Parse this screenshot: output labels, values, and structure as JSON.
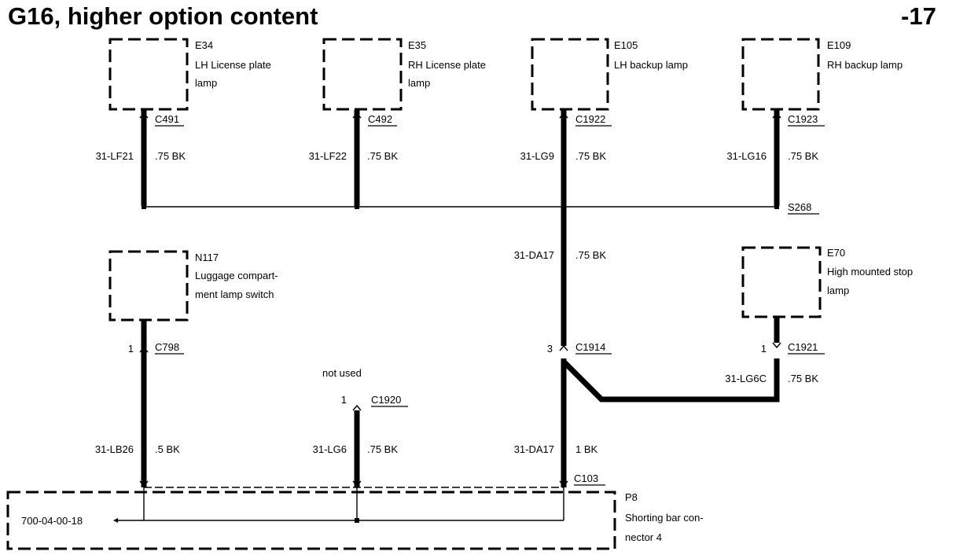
{
  "header": {
    "title": "G16, higher option content",
    "page_ref": "-17"
  },
  "components": {
    "e34": {
      "id": "E34",
      "line1": "LH License plate",
      "line2": "lamp",
      "connector": "C491",
      "wire": "31-LF21",
      "spec": ".75 BK"
    },
    "e35": {
      "id": "E35",
      "line1": "RH License plate",
      "line2": "lamp",
      "connector": "C492",
      "wire": "31-LF22",
      "spec": ".75 BK"
    },
    "e105": {
      "id": "E105",
      "line1": "LH backup lamp",
      "connector": "C1922",
      "wire": "31-LG9",
      "spec": ".75 BK"
    },
    "e109": {
      "id": "E109",
      "line1": "RH backup lamp",
      "connector": "C1923",
      "wire": "31-LG16",
      "spec": ".75 BK"
    },
    "n117": {
      "id": "N117",
      "line1": "Luggage compart-",
      "line2": "ment lamp switch",
      "connector": "C798",
      "pin": "1",
      "wire": "31-LB26",
      "spec": ".5 BK"
    },
    "e70": {
      "id": "E70",
      "line1": "High mounted stop",
      "line2": "lamp",
      "connector": "C1921",
      "pin": "1",
      "wire": "31-LG6C",
      "spec": ".75 BK"
    },
    "p8": {
      "id": "P8",
      "line1": "Shorting bar con-",
      "line2": "nector 4",
      "ground_ref": "700-04-00-18"
    }
  },
  "splice": {
    "id": "S268"
  },
  "trunk": {
    "wire": "31-DA17",
    "spec": ".75 BK"
  },
  "c1914": {
    "connector": "C1914",
    "pin": "3"
  },
  "c1920": {
    "note": "not used",
    "pin": "1",
    "connector": "C1920",
    "wire": "31-LG6",
    "spec": ".75 BK"
  },
  "c103": {
    "connector": "C103",
    "wire": "31-DA17",
    "spec": "1 BK"
  }
}
